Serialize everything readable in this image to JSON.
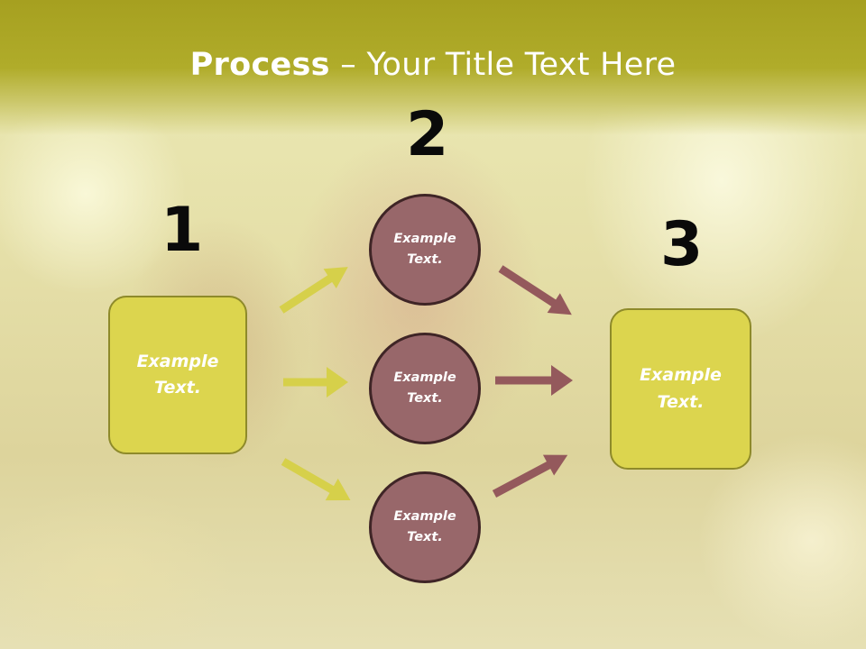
{
  "title": {
    "bold": "Process",
    "rest": " – Your Title Text Here"
  },
  "steps": {
    "one": "1",
    "two": "2",
    "three": "3"
  },
  "left_box": {
    "text": "Example Text."
  },
  "circles": [
    {
      "text": "Example Text."
    },
    {
      "text": "Example Text."
    },
    {
      "text": "Example Text."
    }
  ],
  "right_box": {
    "text": "Example Text."
  },
  "colors": {
    "header": "#a6a020",
    "box_fill": "#dcd54e",
    "circle_fill": "#98676a",
    "arrow_yellow": "#d6d04a",
    "arrow_mauve": "#94595c"
  }
}
